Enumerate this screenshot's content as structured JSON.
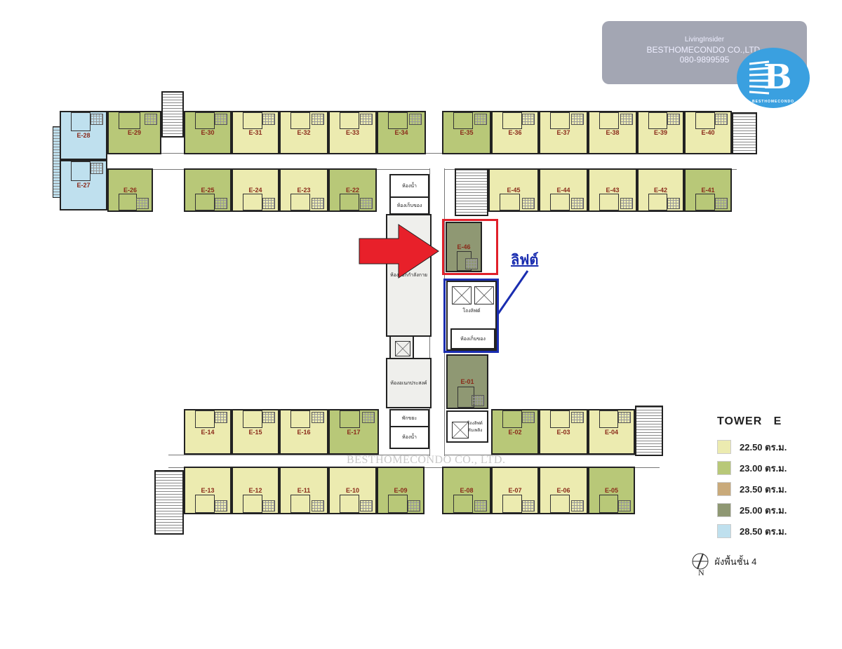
{
  "watermark": {
    "brand": "LivingInsider",
    "company": "BESTHOMECONDO CO.,LTD.",
    "phone": "080-9899595",
    "logo_text": "BESTHOMECONDO",
    "logo_letter": "B"
  },
  "center_watermark": "BESTHOMECONDO CO., LTD.",
  "lift_label": "ลิฟต์",
  "legend": {
    "title": "TOWER   E",
    "items": [
      {
        "area": "22.50 ตร.ม.",
        "color": "#ecebb0"
      },
      {
        "area": "23.00 ตร.ม.",
        "color": "#b8c878"
      },
      {
        "area": "23.50 ตร.ม.",
        "color": "#c9aa7a"
      },
      {
        "area": "25.00 ตร.ม.",
        "color": "#8f9873"
      },
      {
        "area": "28.50 ตร.ม.",
        "color": "#bfe0ee"
      }
    ]
  },
  "north": {
    "letter": "N",
    "floor_label": "ผังพื้นชั้น 4"
  },
  "service_rooms": {
    "toilet": "ห้องน้ำ",
    "storage": "ห้องเก็บของ",
    "fitness": "ห้องออกกำลังกาย",
    "multipurpose": "ห้องอเนกประสงค์",
    "garbage": "พักขยะ",
    "lift_lobby": "โถงลิฟต์",
    "storage2": "ห้องเก็บของ",
    "fire_lift_lobby": "โถงลิฟต์ดับเพลิง",
    "toilet2": "ห้องน้ำ"
  },
  "highlight": {
    "unit": "E-46"
  },
  "rooms": [
    {
      "id": "E-28",
      "c": "b"
    },
    {
      "id": "E-27",
      "c": "b"
    },
    {
      "id": "E-29",
      "c": "g"
    },
    {
      "id": "E-30",
      "c": "g"
    },
    {
      "id": "E-31",
      "c": "y"
    },
    {
      "id": "E-32",
      "c": "y"
    },
    {
      "id": "E-33",
      "c": "y"
    },
    {
      "id": "E-34",
      "c": "g"
    },
    {
      "id": "E-26",
      "c": "g"
    },
    {
      "id": "E-25",
      "c": "g"
    },
    {
      "id": "E-24",
      "c": "y"
    },
    {
      "id": "E-23",
      "c": "y"
    },
    {
      "id": "E-22",
      "c": "g"
    },
    {
      "id": "E-35",
      "c": "g"
    },
    {
      "id": "E-36",
      "c": "y"
    },
    {
      "id": "E-37",
      "c": "y"
    },
    {
      "id": "E-38",
      "c": "y"
    },
    {
      "id": "E-39",
      "c": "y"
    },
    {
      "id": "E-40",
      "c": "y"
    },
    {
      "id": "E-45",
      "c": "y"
    },
    {
      "id": "E-44",
      "c": "y"
    },
    {
      "id": "E-43",
      "c": "y"
    },
    {
      "id": "E-42",
      "c": "y"
    },
    {
      "id": "E-41",
      "c": "g"
    },
    {
      "id": "E-46",
      "c": "d"
    },
    {
      "id": "E-01",
      "c": "d"
    },
    {
      "id": "E-14",
      "c": "y"
    },
    {
      "id": "E-15",
      "c": "y"
    },
    {
      "id": "E-16",
      "c": "y"
    },
    {
      "id": "E-17",
      "c": "g"
    },
    {
      "id": "E-02",
      "c": "g"
    },
    {
      "id": "E-03",
      "c": "y"
    },
    {
      "id": "E-04",
      "c": "y"
    },
    {
      "id": "E-13",
      "c": "y"
    },
    {
      "id": "E-12",
      "c": "y"
    },
    {
      "id": "E-11",
      "c": "y"
    },
    {
      "id": "E-10",
      "c": "y"
    },
    {
      "id": "E-09",
      "c": "g"
    },
    {
      "id": "E-08",
      "c": "g"
    },
    {
      "id": "E-07",
      "c": "y"
    },
    {
      "id": "E-06",
      "c": "y"
    },
    {
      "id": "E-05",
      "c": "g"
    }
  ]
}
